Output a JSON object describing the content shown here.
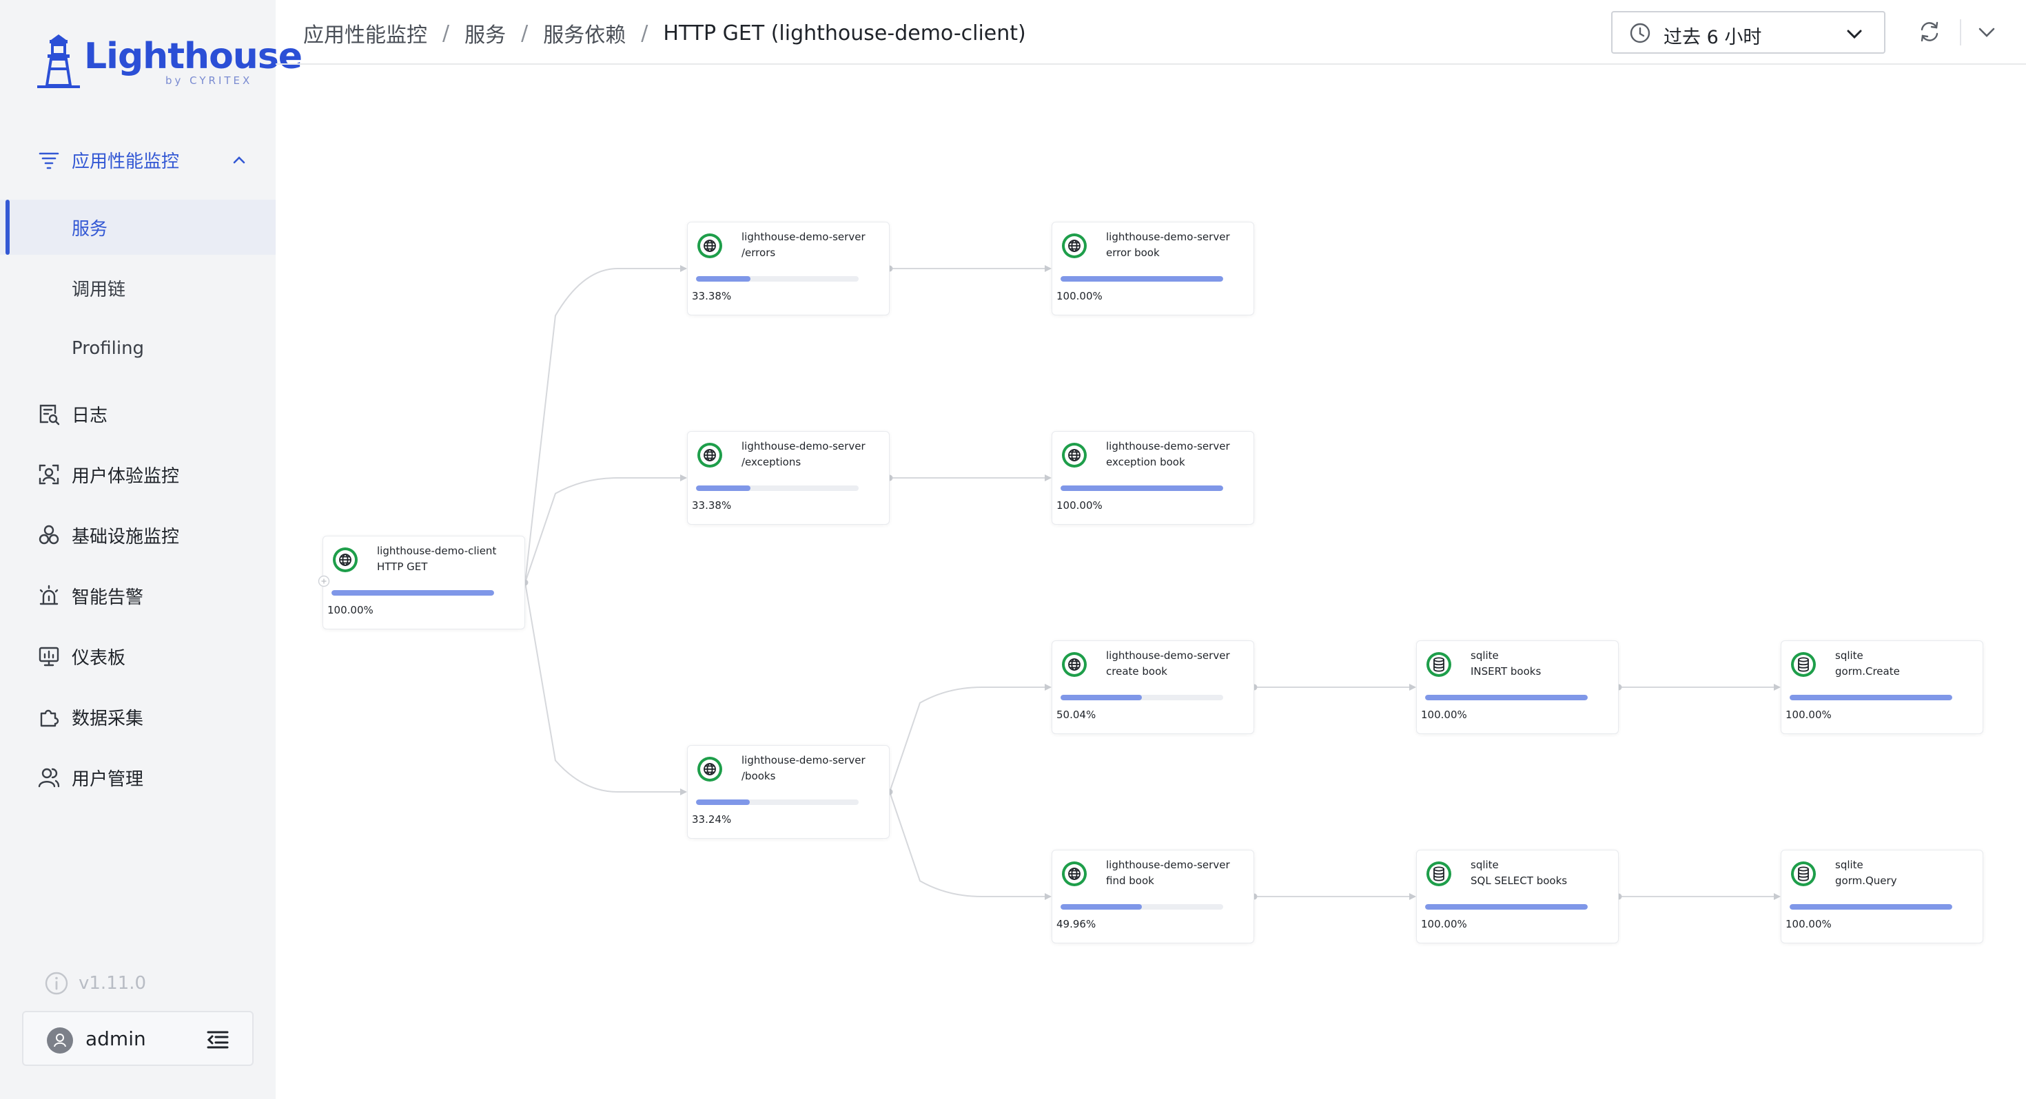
{
  "app": {
    "logo_text": "Lighthouse",
    "logo_sub": "by CYRITEX",
    "brand_color": "#2b4fd6",
    "version": "v1.11.0",
    "user": "admin"
  },
  "sidebar": {
    "group": {
      "label": "应用性能监控",
      "icon": "filter-lines-icon",
      "expanded": true
    },
    "sub_items": [
      {
        "label": "服务",
        "active": true
      },
      {
        "label": "调用链",
        "active": false
      },
      {
        "label": "Profiling",
        "active": false
      }
    ],
    "items": [
      {
        "label": "日志",
        "icon": "log-search-icon"
      },
      {
        "label": "用户体验监控",
        "icon": "user-scan-icon"
      },
      {
        "label": "基础设施监控",
        "icon": "cluster-icon"
      },
      {
        "label": "智能告警",
        "icon": "alarm-light-icon"
      },
      {
        "label": "仪表板",
        "icon": "monitor-chart-icon"
      },
      {
        "label": "数据采集",
        "icon": "puzzle-icon"
      },
      {
        "label": "用户管理",
        "icon": "users-icon"
      }
    ]
  },
  "header": {
    "breadcrumb": [
      "应用性能监控",
      "服务",
      "服务依赖"
    ],
    "current": "HTTP GET (lighthouse-demo-client)",
    "separator": "/",
    "time_range": "过去 6 小时"
  },
  "graph": {
    "nodes": [
      {
        "id": "n1",
        "service": "lighthouse-demo-client",
        "operation": "HTTP GET",
        "icon": "globe-icon",
        "percent": 100.0,
        "percent_label": "100.00%",
        "expandable": true
      },
      {
        "id": "n2",
        "service": "lighthouse-demo-server",
        "operation": "/errors",
        "icon": "globe-icon",
        "percent": 33.38,
        "percent_label": "33.38%"
      },
      {
        "id": "n3",
        "service": "lighthouse-demo-server",
        "operation": "/exceptions",
        "icon": "globe-icon",
        "percent": 33.38,
        "percent_label": "33.38%"
      },
      {
        "id": "n4",
        "service": "lighthouse-demo-server",
        "operation": "/books",
        "icon": "globe-icon",
        "percent": 33.24,
        "percent_label": "33.24%"
      },
      {
        "id": "n5",
        "service": "lighthouse-demo-server",
        "operation": "error book",
        "icon": "globe-icon",
        "percent": 100.0,
        "percent_label": "100.00%"
      },
      {
        "id": "n6",
        "service": "lighthouse-demo-server",
        "operation": "exception book",
        "icon": "globe-icon",
        "percent": 100.0,
        "percent_label": "100.00%"
      },
      {
        "id": "n7",
        "service": "lighthouse-demo-server",
        "operation": "create book",
        "icon": "globe-icon",
        "percent": 50.04,
        "percent_label": "50.04%"
      },
      {
        "id": "n8",
        "service": "lighthouse-demo-server",
        "operation": "find book",
        "icon": "globe-icon",
        "percent": 49.96,
        "percent_label": "49.96%"
      },
      {
        "id": "n9",
        "service": "sqlite",
        "operation": "INSERT books",
        "icon": "database-icon",
        "percent": 100.0,
        "percent_label": "100.00%"
      },
      {
        "id": "n10",
        "service": "sqlite",
        "operation": "SQL SELECT books",
        "icon": "database-icon",
        "percent": 100.0,
        "percent_label": "100.00%"
      },
      {
        "id": "n11",
        "service": "sqlite",
        "operation": "gorm.Create",
        "icon": "database-icon",
        "percent": 100.0,
        "percent_label": "100.00%"
      },
      {
        "id": "n12",
        "service": "sqlite",
        "operation": "gorm.Query",
        "icon": "database-icon",
        "percent": 100.0,
        "percent_label": "100.00%"
      }
    ],
    "edges": [
      [
        "n1",
        "n2"
      ],
      [
        "n1",
        "n3"
      ],
      [
        "n1",
        "n4"
      ],
      [
        "n2",
        "n5"
      ],
      [
        "n3",
        "n6"
      ],
      [
        "n4",
        "n7"
      ],
      [
        "n4",
        "n8"
      ],
      [
        "n7",
        "n9"
      ],
      [
        "n8",
        "n10"
      ],
      [
        "n9",
        "n11"
      ],
      [
        "n10",
        "n12"
      ]
    ],
    "colors": {
      "icon_ring": "#1e9e4a",
      "bar": "#7f97e8",
      "edge": "#d6d8dc"
    }
  }
}
